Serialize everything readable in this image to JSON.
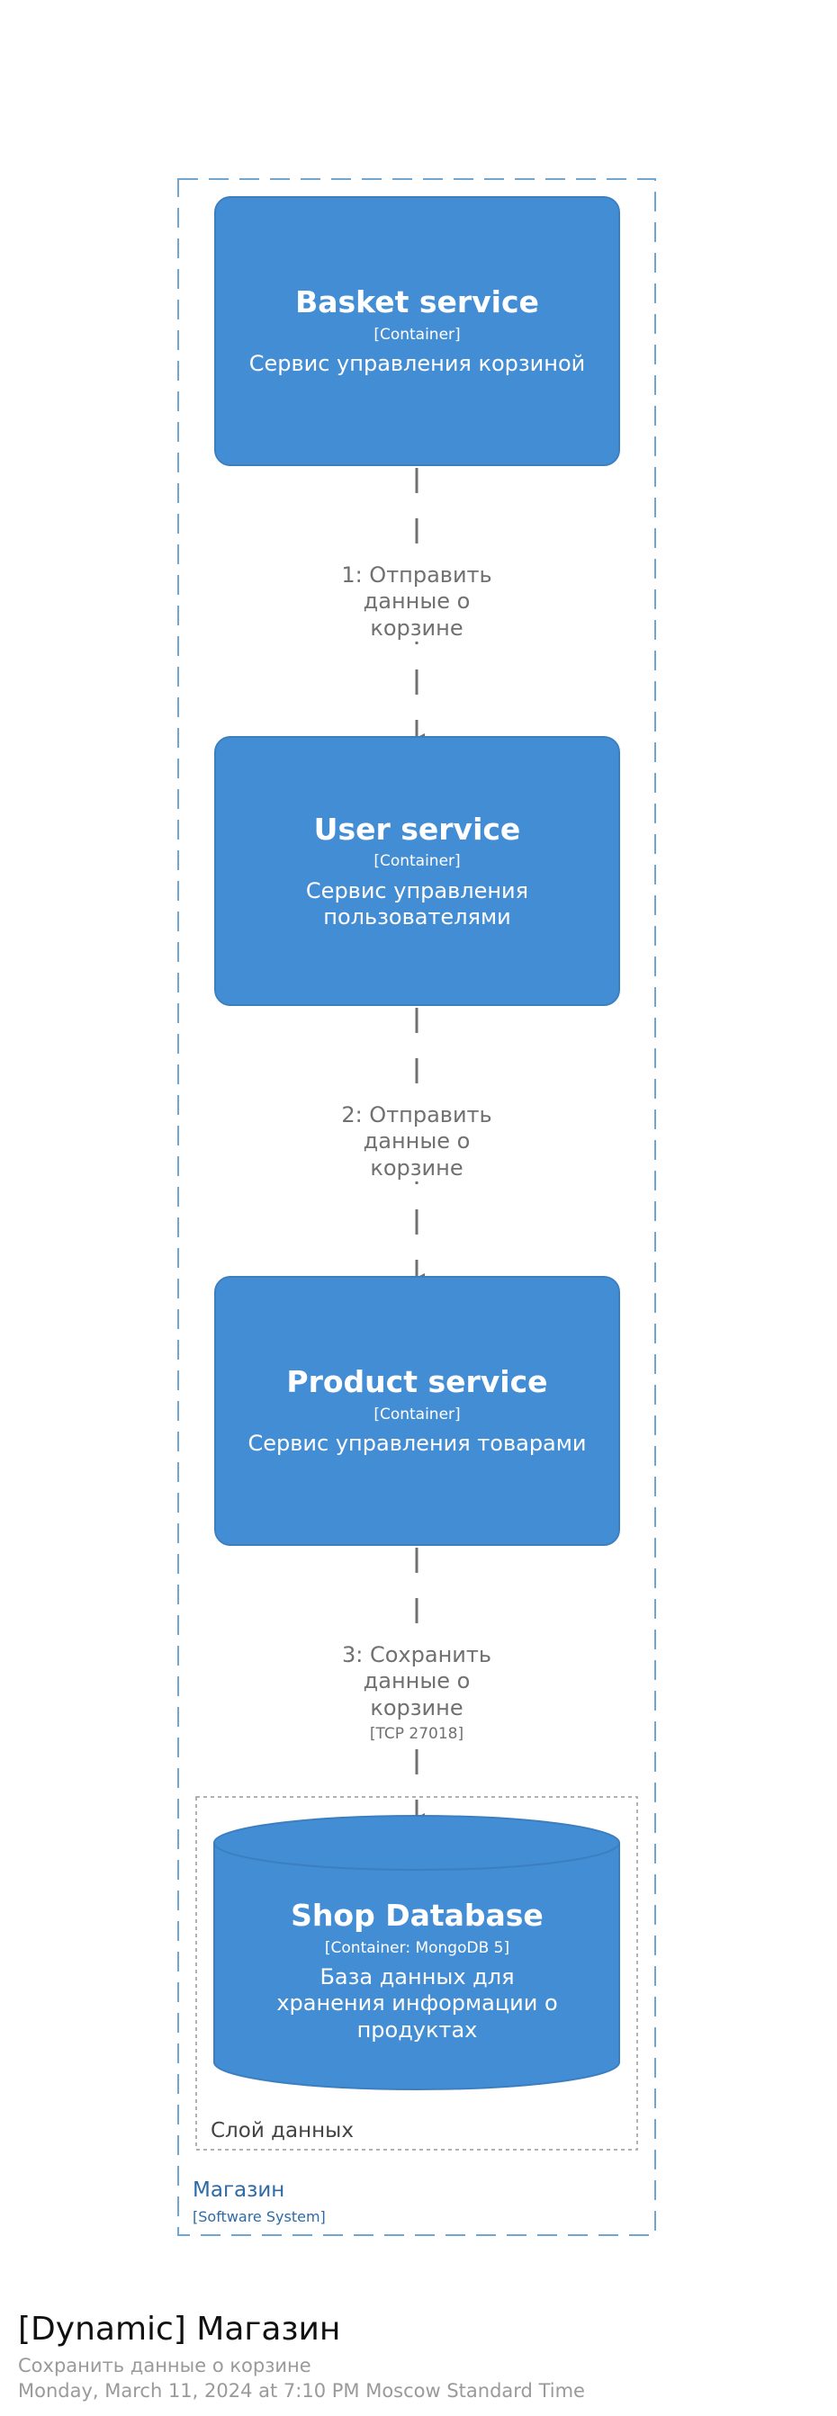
{
  "diagram": {
    "boundary": {
      "name": "Магазин",
      "type": "[Software System]"
    },
    "group": {
      "name": "Слой данных"
    },
    "containers": [
      {
        "id": "basket",
        "name": "Basket service",
        "type": "[Container]",
        "description": "Сервис управления корзиной"
      },
      {
        "id": "user",
        "name": "User service",
        "type": "[Container]",
        "description": "Сервис управления пользователями"
      },
      {
        "id": "product",
        "name": "Product service",
        "type": "[Container]",
        "description": "Сервис управления товарами"
      }
    ],
    "database": {
      "name": "Shop Database",
      "type": "[Container: MongoDB 5]",
      "description": "База данных для хранения информации о продуктах"
    },
    "relationships": [
      {
        "label": "1: Отправить данные о корзине",
        "technology": ""
      },
      {
        "label": "2: Отправить данные о корзине",
        "technology": ""
      },
      {
        "label": "3: Сохранить данные о корзине",
        "technology": "[TCP 27018]"
      }
    ],
    "colors": {
      "container_fill": "#438dd5",
      "container_border": "#3c7fc0",
      "boundary": "#6ea6d4",
      "arrow": "#707070"
    }
  },
  "footer": {
    "title": "[Dynamic] Магазин",
    "description": "Сохранить данные о корзине",
    "date": "Monday, March 11, 2024 at 7:10 PM Moscow Standard Time"
  }
}
